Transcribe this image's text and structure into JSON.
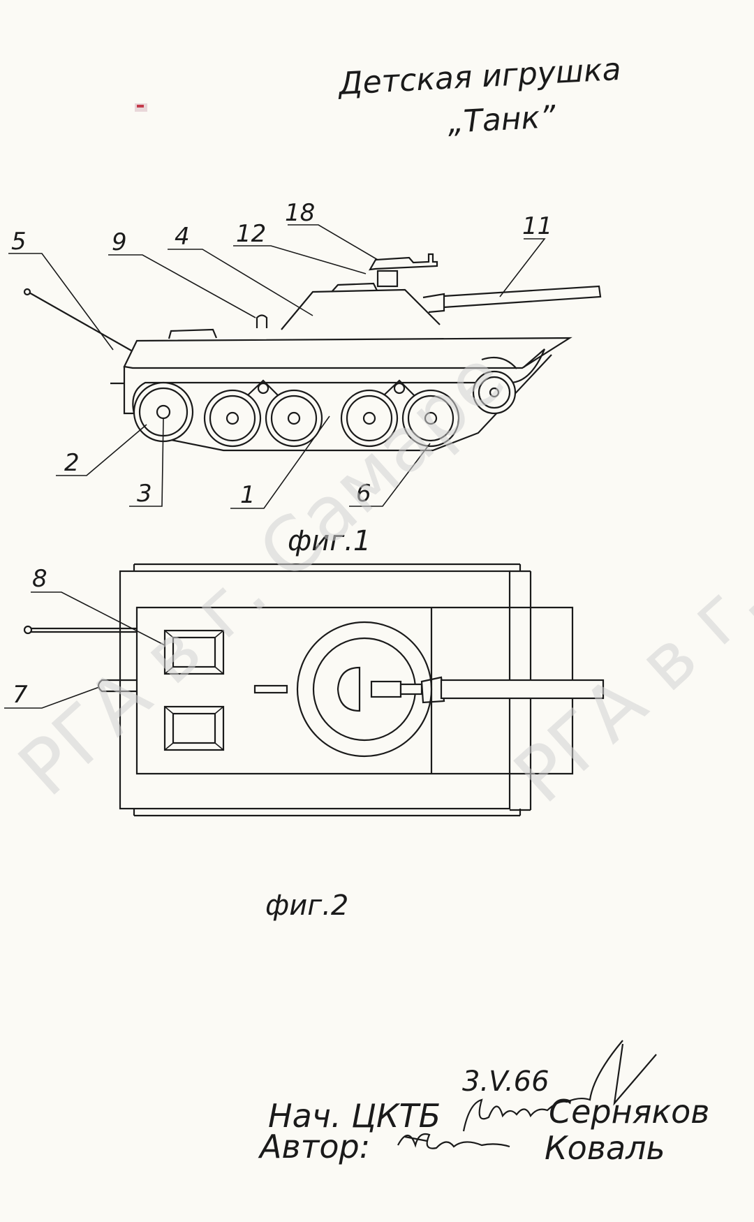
{
  "document": {
    "title_line1": "Детская игрушка",
    "title_line2": "„Танк”",
    "figures": [
      {
        "caption": "фиг.1",
        "callouts": [
          "1",
          "2",
          "3",
          "4",
          "5",
          "6",
          "9",
          "11",
          "12",
          "18"
        ]
      },
      {
        "caption": "фиг.2",
        "callouts": [
          "7",
          "8"
        ]
      }
    ],
    "signature_block": {
      "date": "3.V.66",
      "line1_label": "Нач. ЦКТБ",
      "line1_name": "Серняков",
      "line2_label": "Автор:",
      "line2_name": "Коваль"
    },
    "watermark_text": "РГА в г. Самаре",
    "watermark_text_2": "РГА в г. С"
  },
  "colors": {
    "paper": "#fbfaf5",
    "ink": "#1a1a1a",
    "watermark": "#d3d3d3",
    "stamp": "#c43a4a"
  }
}
